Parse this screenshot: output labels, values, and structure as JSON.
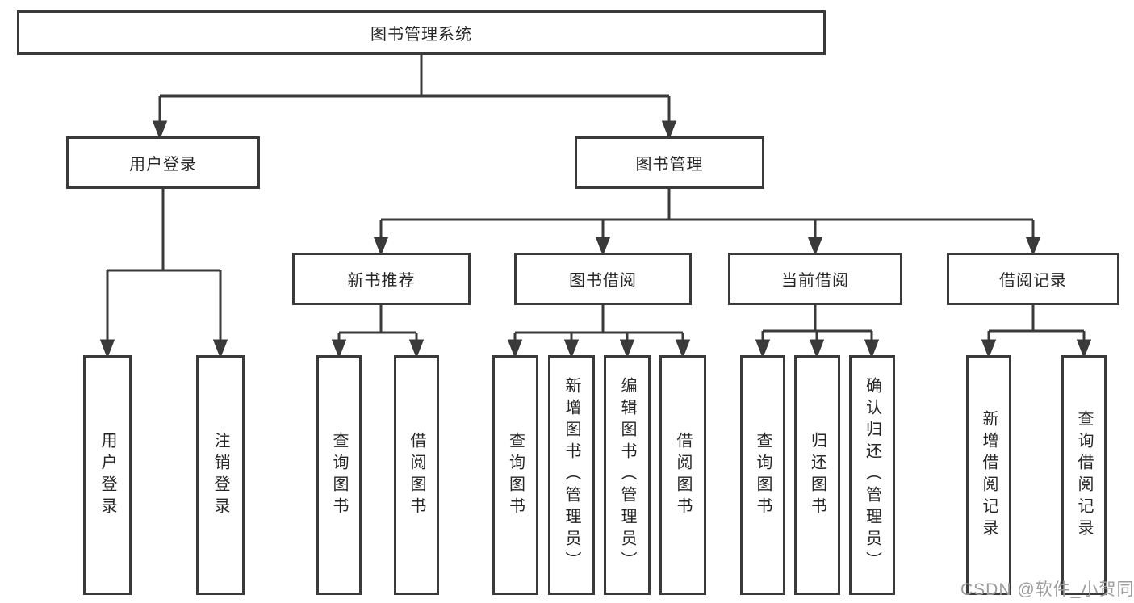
{
  "tree": {
    "root": "图书管理系统",
    "children": [
      {
        "label": "用户登录",
        "children": [
          "用户登录",
          "注销登录"
        ]
      },
      {
        "label": "图书管理",
        "children": [
          {
            "label": "新书推荐",
            "children": [
              "查询图书",
              "借阅图书"
            ]
          },
          {
            "label": "图书借阅",
            "children": [
              "查询图书",
              "新增图书（管理员）",
              "编辑图书（管理员）",
              "借阅图书"
            ]
          },
          {
            "label": "当前借阅",
            "children": [
              "查询图书",
              "归还图书",
              "确认归还（管理员）"
            ]
          },
          {
            "label": "借阅记录",
            "children": [
              "新增借阅记录",
              "查询借阅记录"
            ]
          }
        ]
      }
    ]
  },
  "watermark": "CSDN @软件_小贺同学",
  "colors": {
    "line": "#3a3a3a",
    "text": "#262626",
    "watermark": "#9c9c9c",
    "background": "#ffffff"
  }
}
